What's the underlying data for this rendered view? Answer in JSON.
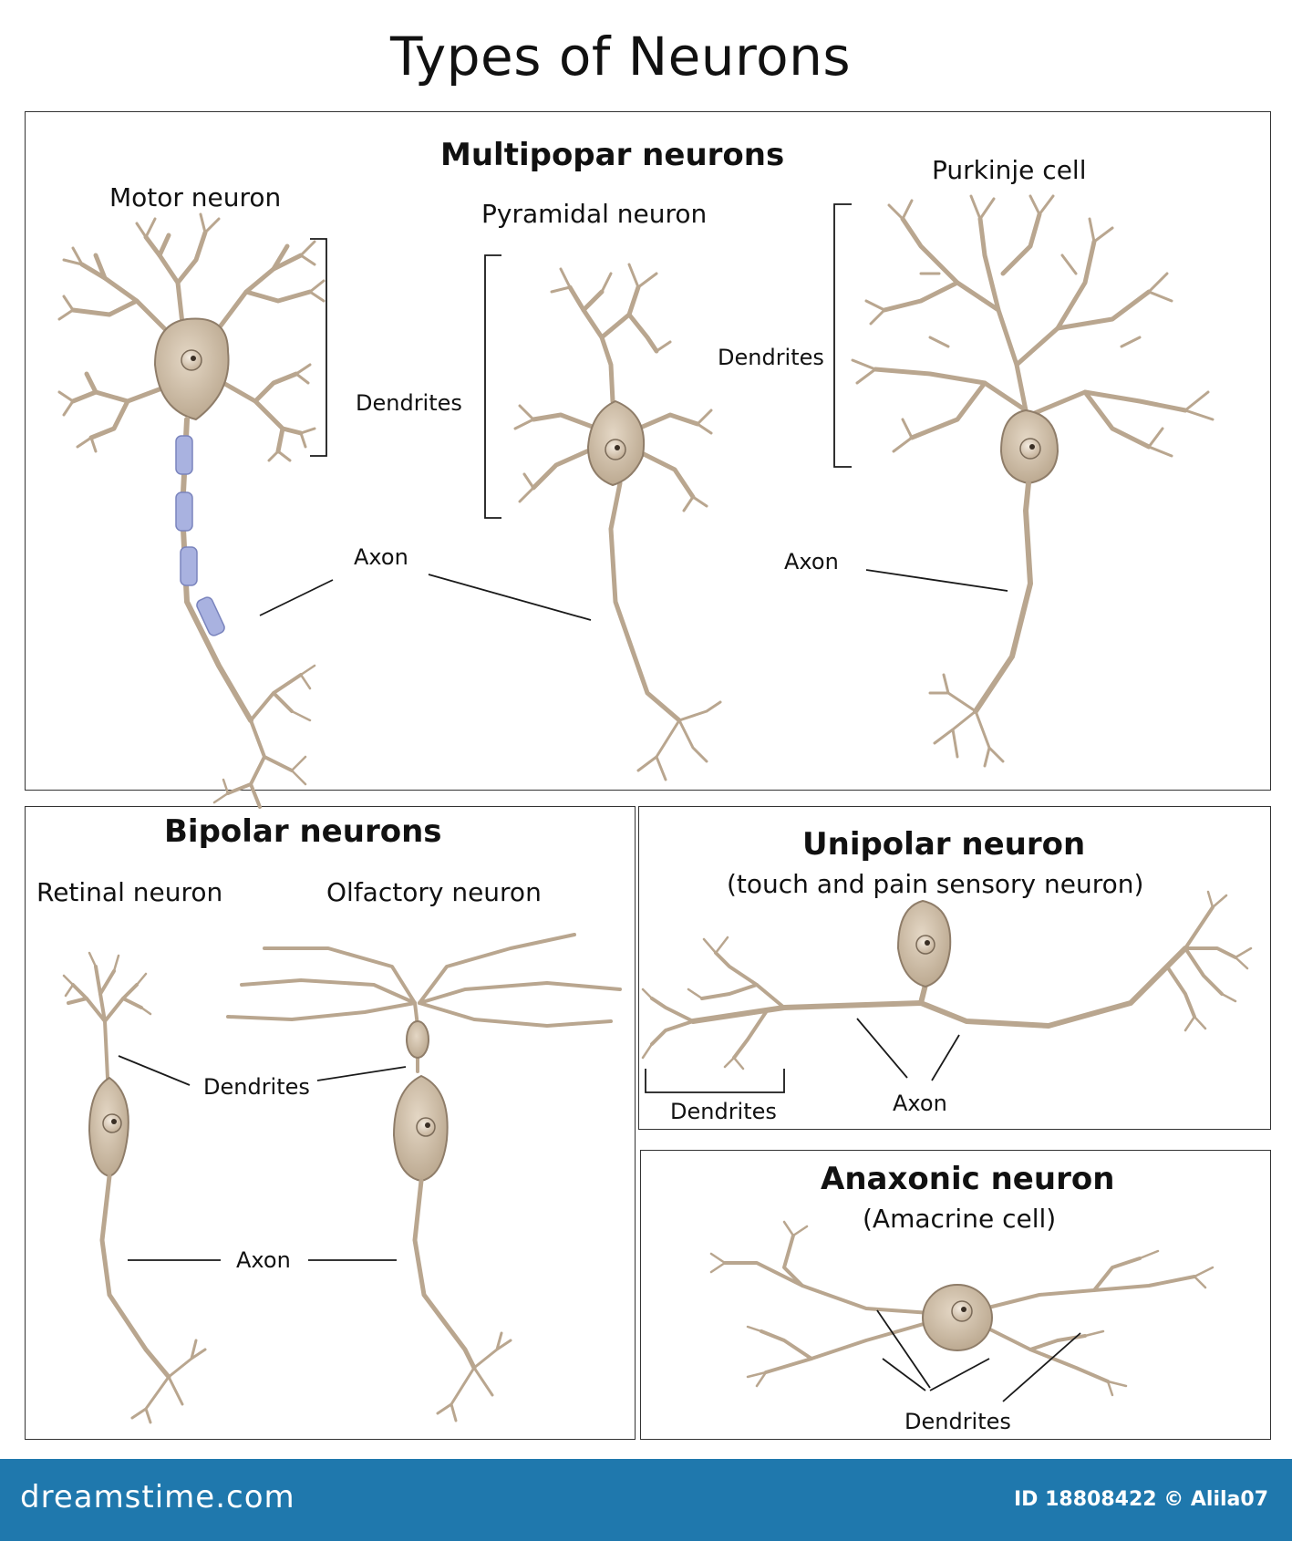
{
  "title": "Types of Neurons",
  "multipolar": {
    "heading": "Multipopar neurons",
    "motor": "Motor neuron",
    "pyramidal": "Pyramidal neuron",
    "purkinje": "Purkinje cell",
    "dendrites_left": "Dendrites",
    "dendrites_right": "Dendrites",
    "axon_left": "Axon",
    "axon_right": "Axon"
  },
  "bipolar": {
    "heading": "Bipolar neurons",
    "retinal": "Retinal neuron",
    "olfactory": "Olfactory neuron",
    "dendrites": "Dendrites",
    "axon": "Axon"
  },
  "unipolar": {
    "heading": "Unipolar neuron",
    "subtitle": "(touch and pain sensory neuron)",
    "dendrites": "Dendrites",
    "axon": "Axon"
  },
  "anaxonic": {
    "heading": "Anaxonic neuron",
    "subtitle": "(Amacrine cell)",
    "dendrites": "Dendrites"
  },
  "footer": {
    "logo": "dreamstime.com",
    "id_text": "ID 18808422 © Alila07"
  },
  "colors": {
    "neuron_body": "#c9b8a3",
    "neuron_outline": "#8f7d69",
    "myelin": "#a9b2e0",
    "footer_bg": "#1f78ad"
  }
}
